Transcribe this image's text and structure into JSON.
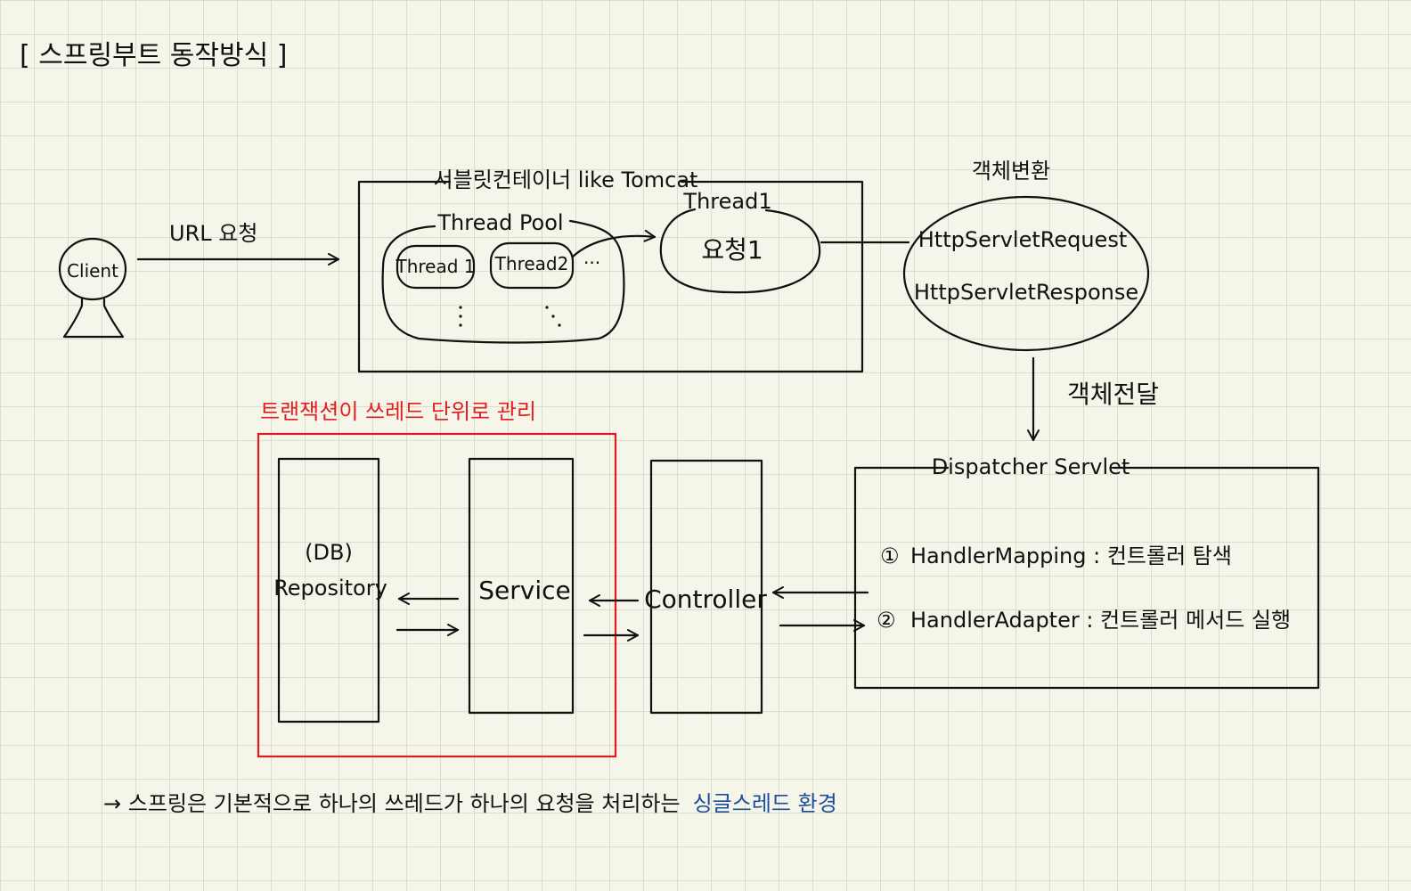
{
  "title": "[ 스프링부트 동작방식 ]",
  "client": {
    "label": "Client"
  },
  "url_request": {
    "label": "URL 요청"
  },
  "servlet_container": {
    "label": "서블릿컨테이너 like Tomcat",
    "thread_pool": {
      "label": "Thread Pool",
      "threads": [
        "Thread 1",
        "Thread2"
      ],
      "ellipsis": "···"
    },
    "active_thread": {
      "label": "Thread1",
      "request": "요청1"
    }
  },
  "object_conversion": {
    "label": "객체변환",
    "items": [
      "HttpServletRequest",
      "HttpServletResponse"
    ]
  },
  "object_delivery": {
    "label": "객체전달"
  },
  "dispatcher_servlet": {
    "label": "Dispatcher Servlet",
    "steps": [
      {
        "num": "①",
        "text": "HandlerMapping : 컨트롤러 탐색"
      },
      {
        "num": "②",
        "text": "HandlerAdapter : 컨트롤러 메서드 실행"
      }
    ]
  },
  "transaction_note": {
    "label": "트랜잭션이 쓰레드 단위로 관리",
    "color": "#e02020"
  },
  "layers": {
    "repository": [
      "(DB)",
      "Repository"
    ],
    "service": "Service",
    "controller": "Controller"
  },
  "footer": {
    "prefix": "→ 스프링은 기본적으로  하나의 쓰레드가 하나의 요청을 처리하는",
    "highlight": "싱글스레드 환경",
    "highlight_color": "#1a4d9c"
  }
}
